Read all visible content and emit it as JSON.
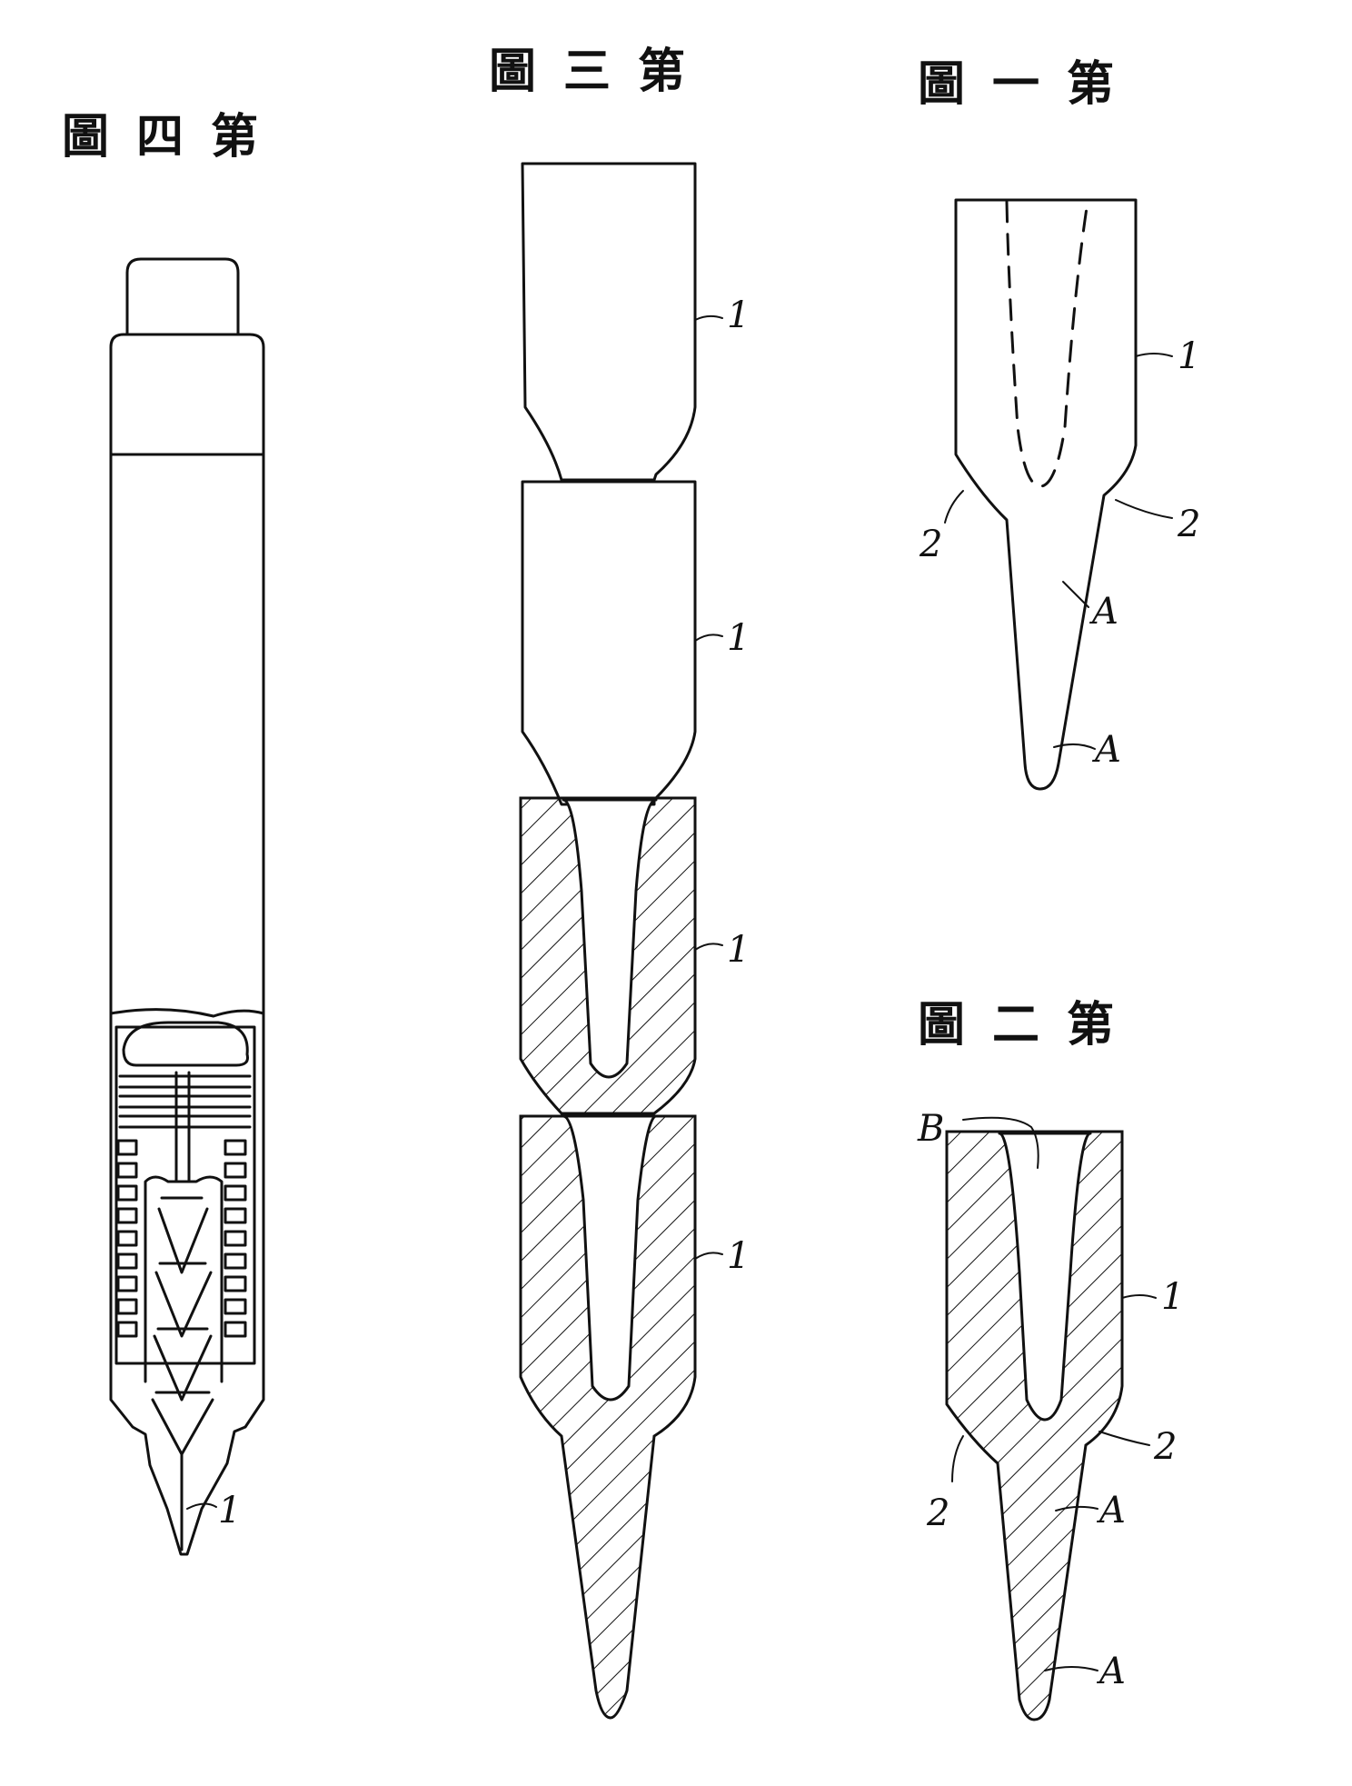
{
  "figures": {
    "fig4": {
      "title": "圖四第"
    },
    "fig3": {
      "title": "圖三第"
    },
    "fig1": {
      "title": "圖一第"
    },
    "fig2": {
      "title": "圖二第"
    }
  },
  "labels": {
    "one": "1",
    "two": "2",
    "a": "A",
    "b": "B"
  }
}
